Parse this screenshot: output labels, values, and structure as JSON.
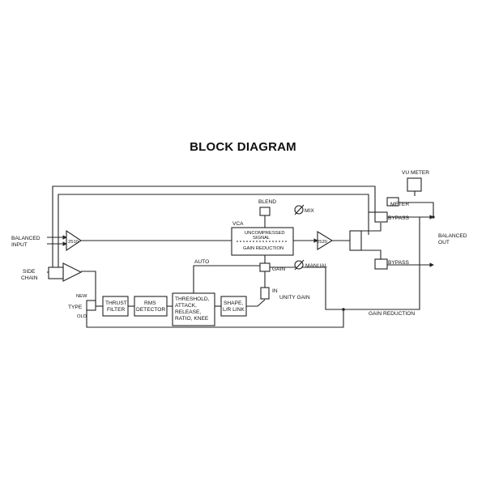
{
  "title": "BLOCK DIAGRAM",
  "labels": {
    "vu_meter": "VU METER",
    "meter": "METER",
    "blend": "BLEND",
    "mix": "MIX",
    "vca": "VCA",
    "uncompressed": "UNCOMPRESSED",
    "signal": "SIGNAL",
    "gain_reduction_inner": "GAIN REDUCTION",
    "auto": "AUTO",
    "gain": "GAIN",
    "manual": "MANUAL",
    "in": "IN",
    "unity_gain": "UNITY GAIN",
    "bypass_top": "BYPASS",
    "bypass_bottom": "BYPASS",
    "balanced_input_1": "BALANCED",
    "balanced_input_2": "INPUT",
    "balanced_out_1": "BALANCED",
    "balanced_out_2": "OUT",
    "side_chain_1": "SIDE",
    "side_chain_2": "CHAIN",
    "new": "NEW",
    "type": "TYPE",
    "old": "OLD",
    "amp_input": "2510",
    "amp_output": "2520",
    "thrust_1": "THRUST",
    "thrust_2": "FILTER",
    "rms_1": "RMS",
    "rms_2": "DETECTOR",
    "thr_1": "THRESHOLD,",
    "thr_2": "ATTACK,",
    "thr_3": "RELEASE,",
    "thr_4": "RATIO, KNEE",
    "shape_1": "SHAPE,",
    "shape_2": "L/R LINK",
    "gain_reduction_out": "GAIN REDUCTION"
  }
}
